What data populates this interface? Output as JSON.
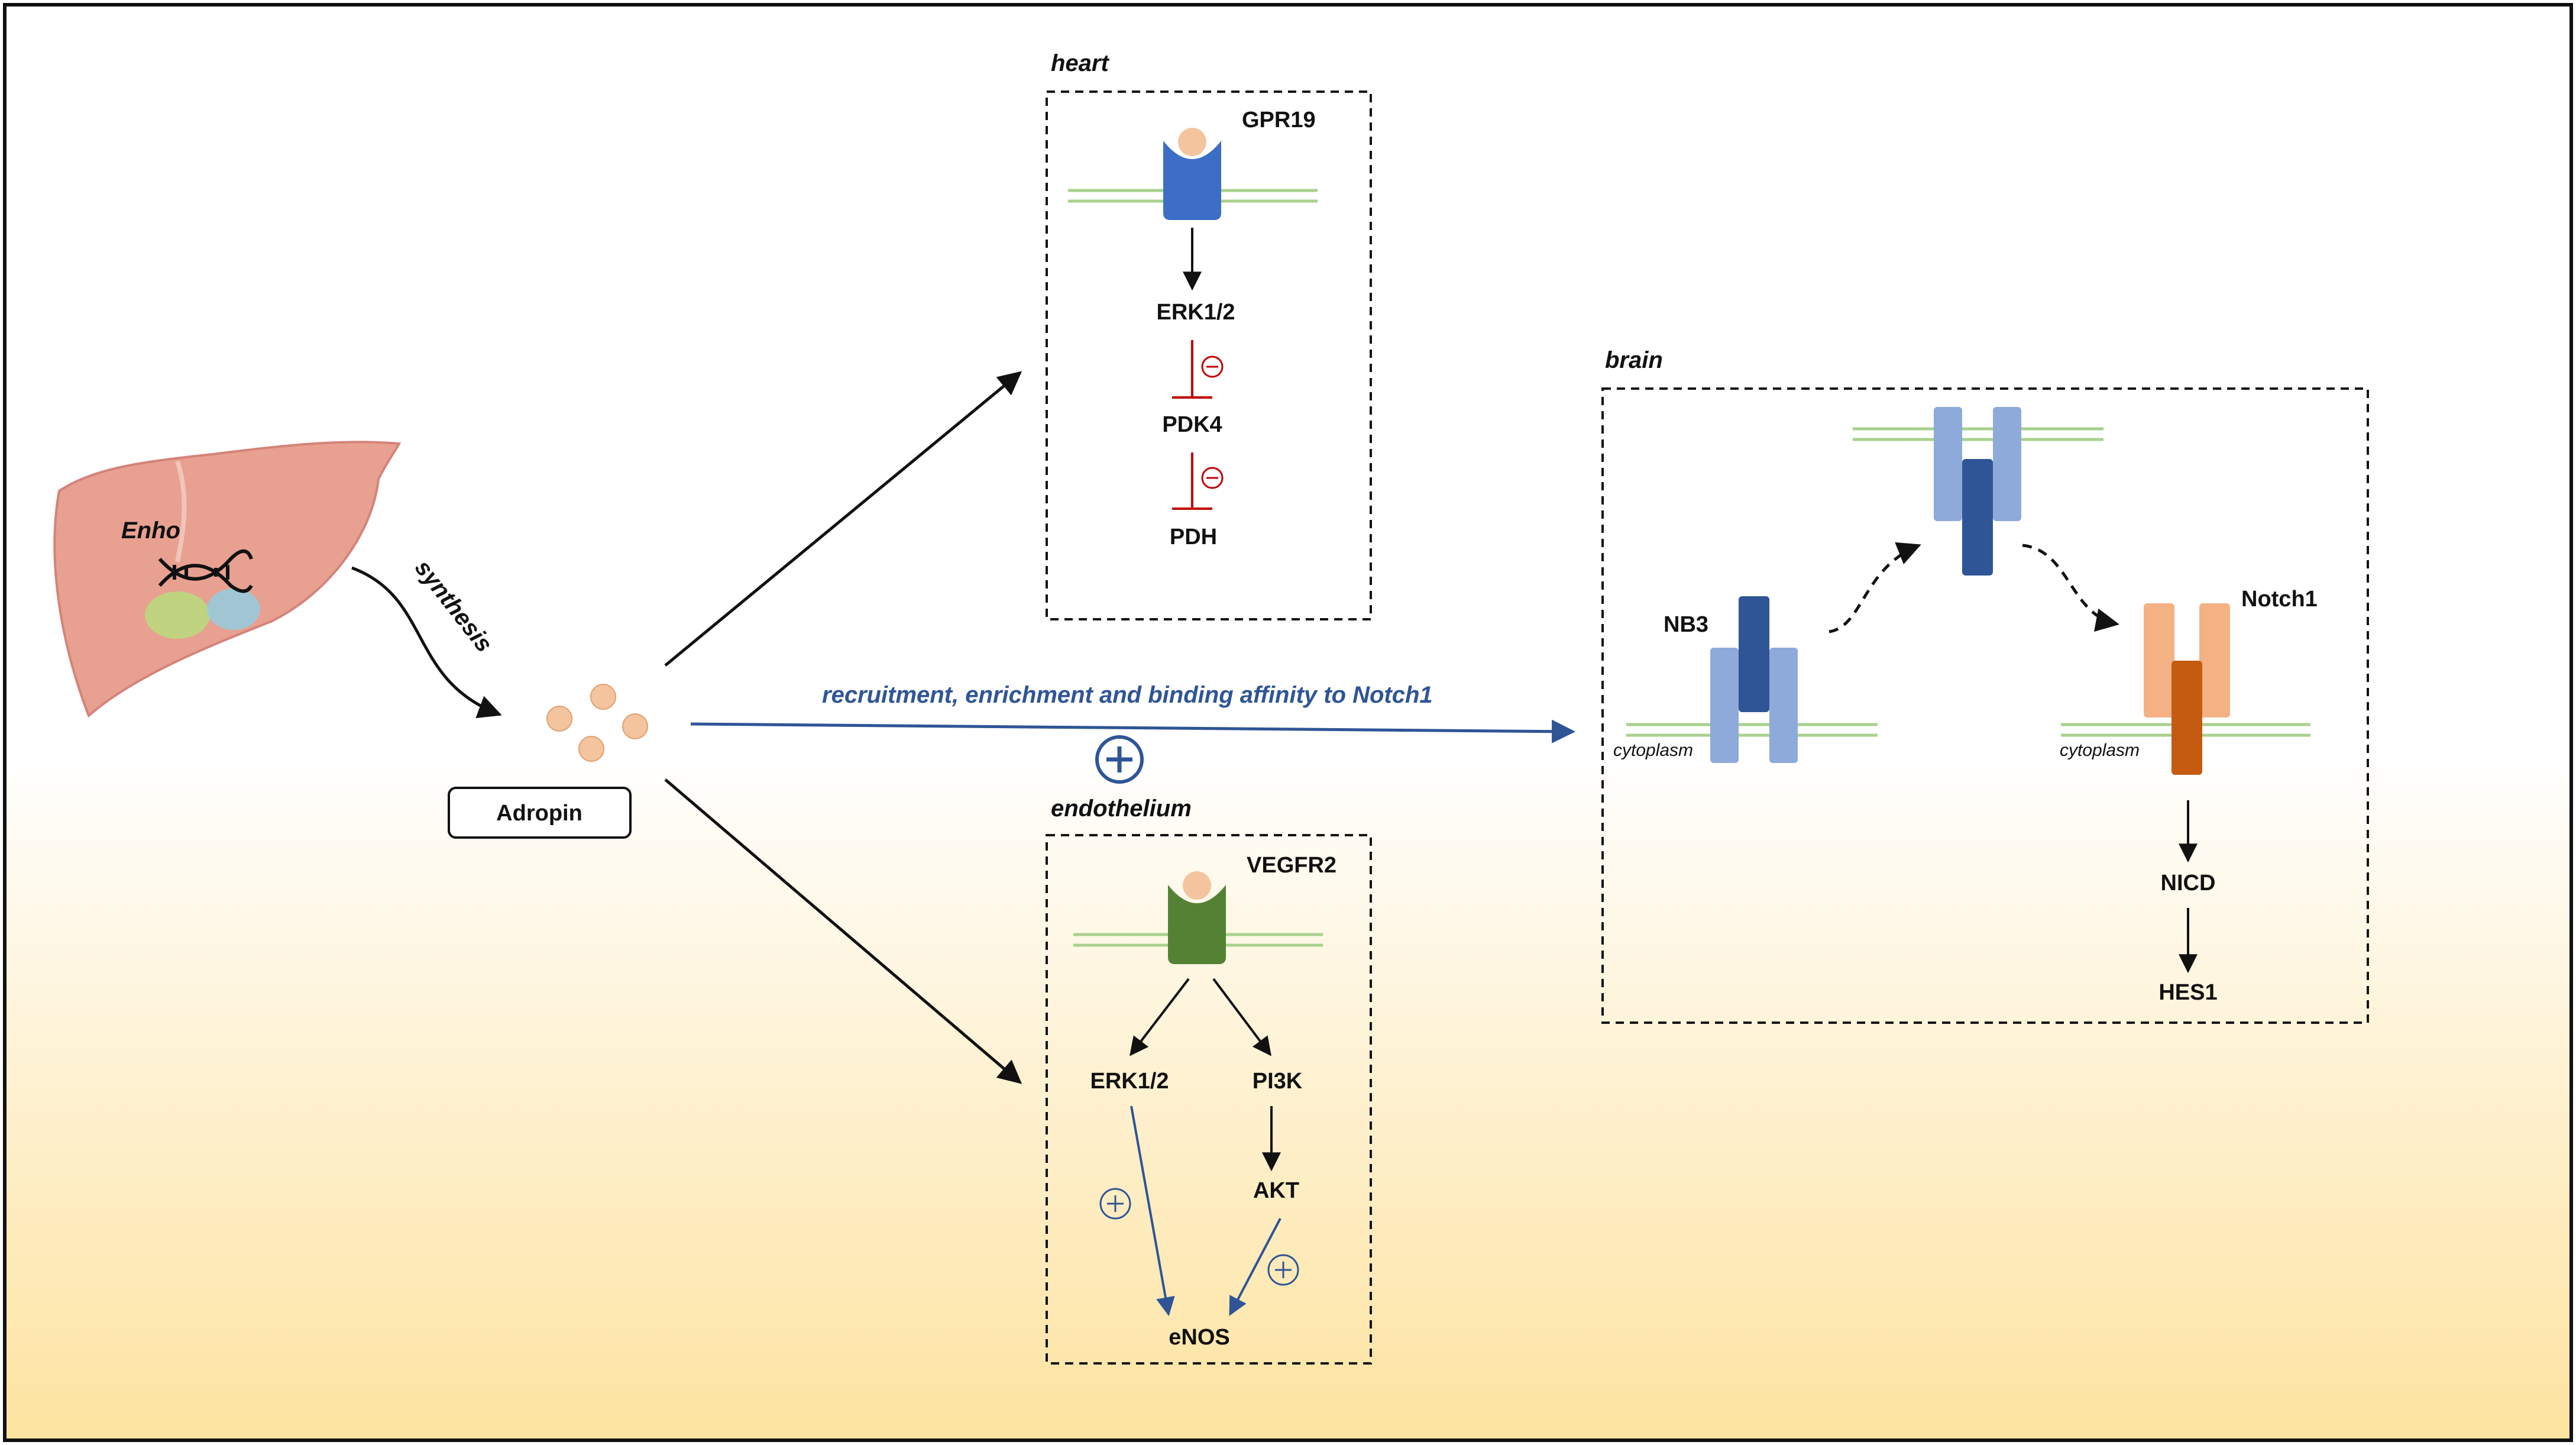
{
  "liver": {
    "gene_label": "Enho"
  },
  "synthesis_label": "synthesis",
  "adropin_label": "Adropin",
  "heart": {
    "title": "heart",
    "receptor": "GPR19",
    "nodes": [
      "ERK1/2",
      "PDK4",
      "PDH"
    ],
    "inhibit_symbol": "⊖"
  },
  "recruitment_label": "recruitment, enrichment and binding affinity to Notch1",
  "plus_symbol": "+",
  "endothelium": {
    "title": "endothelium",
    "receptor": "VEGFR2",
    "nodes": {
      "erk": "ERK1/2",
      "pi3k": "PI3K",
      "akt": "AKT",
      "enos": "eNOS"
    }
  },
  "brain": {
    "title": "brain",
    "nb3_label": "NB3",
    "notch1_label": "Notch1",
    "cytoplasm_label": "cytoplasm",
    "nicd_label": "NICD",
    "hes1_label": "HES1"
  },
  "colors": {
    "gpr19": "#3c6ec6",
    "vegfr2": "#548235",
    "adropin": "#f4b183",
    "membrane": "#a9d18e",
    "nb3_light": "#8eaadb",
    "nb3_dark": "#2f5597",
    "notch_light": "#f4b183",
    "notch_dark": "#c55a11",
    "inhibit": "#c00000",
    "activate": "#2f5597",
    "liver": "#e8a090",
    "background_bottom": "#fde7a8"
  }
}
